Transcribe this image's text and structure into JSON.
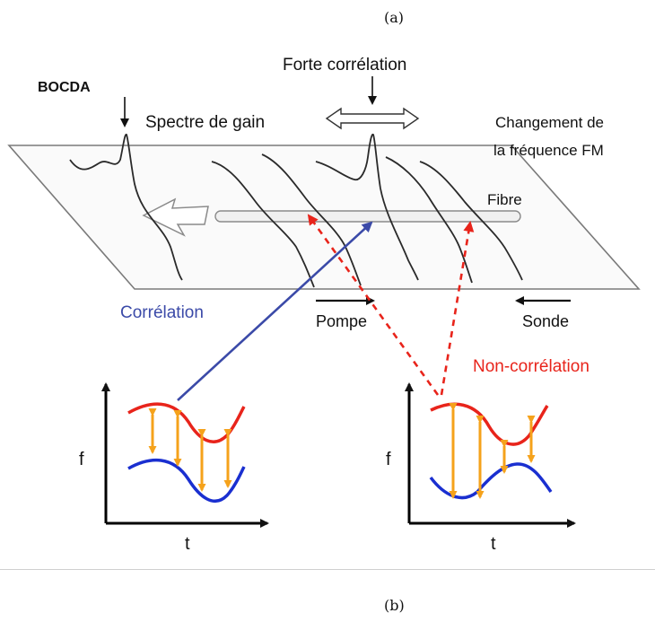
{
  "captions": {
    "a": "(a)",
    "b": "(b)"
  },
  "labels": {
    "bocda": "BOCDA",
    "forte_correlation": "Forte corrélation",
    "spectre_de_gain": "Spectre de gain",
    "changement_line1": "Changement de",
    "changement_line2": "la fréquence FM",
    "fibre": "Fibre",
    "pompe": "Pompe",
    "sonde": "Sonde",
    "correlation": "Corrélation",
    "non_correlation": "Non-corrélation",
    "axis_f_left": "f",
    "axis_t_left": "t",
    "axis_f_right": "f",
    "axis_t_right": "t"
  },
  "colors": {
    "correlation": "#3b4aa8",
    "non_correlation": "#e8241b",
    "pump_curve": "#e8241b",
    "probe_curve": "#1a2fd0",
    "gain_arrows": "#f5a21b"
  }
}
